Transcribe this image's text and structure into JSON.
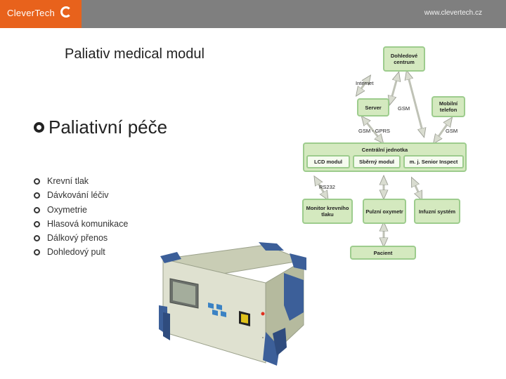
{
  "header": {
    "logo_text": "CleverTech",
    "url": "www.clevertech.cz"
  },
  "title": "Paliativ medical modul",
  "section_heading": "Paliativní péče",
  "features": [
    "Krevní tlak",
    "Dávkování léčiv",
    "Oxymetrie",
    "Hlasová komunikace",
    "Dálkový přenos",
    "Dohledový pult"
  ],
  "diagram": {
    "dohledove_centrum": "Dohledové centrum",
    "internet": "Internet",
    "server": "Server",
    "gsm": "GSM",
    "mobilni_telefon": "Mobilní telefon",
    "gsm_gprs": "GSM - GPRS",
    "gsm2": "GSM",
    "centralni_jednotka": "Centrální jednotka",
    "lcd_modul": "LCD modul",
    "sberny_modul": "Sběrný modul",
    "senior_inspect": "m. j. Senior Inspect",
    "rs232": "RS232",
    "monitor": "Monitor krevního tlaku",
    "pulzni": "Pulzní oxymetr",
    "infuzni": "Infuzní systém",
    "pacient": "Pacient"
  },
  "colors": {
    "header_bg": "#7f7f7f",
    "logo_bg": "#e8621c",
    "box_fill": "#d4e9bf",
    "box_border": "#9dcc8d"
  }
}
